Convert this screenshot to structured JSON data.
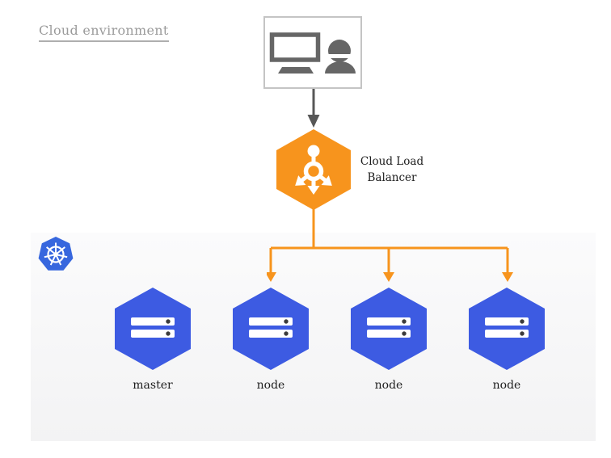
{
  "title": {
    "text": "Cloud environment"
  },
  "client": {
    "name": "client-workstation",
    "icons": {
      "monitor": "monitor-icon",
      "user": "user-icon"
    }
  },
  "load_balancer": {
    "label": "Cloud Load Balancer",
    "icon": "load-balancer-icon"
  },
  "cluster": {
    "logo_icon": "kubernetes-helm-icon",
    "nodes": [
      {
        "label": "master",
        "icon": "server-icon"
      },
      {
        "label": "node",
        "icon": "server-icon"
      },
      {
        "label": "node",
        "icon": "server-icon"
      },
      {
        "label": "node",
        "icon": "server-icon"
      }
    ]
  },
  "colors": {
    "accent_orange": "#F7941D",
    "node_blue": "#3D5BE2",
    "kubernetes_blue": "#3767DE",
    "panel_gray": "#F4F4F5",
    "heading_gray": "#9B9B9B",
    "icon_gray": "#666666",
    "arrow_gray": "#575757",
    "label_black": "#1D1D1D",
    "box_border_gray": "#C4C4C4"
  }
}
